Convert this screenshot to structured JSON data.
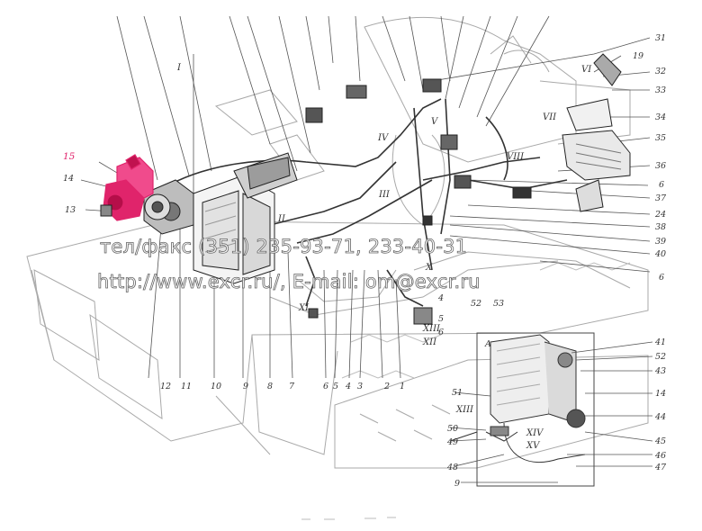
{
  "watermark": {
    "line1": "тел/факс (351) 235-93-71, 233-40-31",
    "line2": "http://www.excr.ru/, E-mail: om@excr.ru"
  },
  "colors": {
    "highlight": "#e0246b",
    "line": "#444444",
    "faint": "#9a9a9a"
  },
  "highlighted_part": "15",
  "inset_label": "A",
  "labels": {
    "n31": "31",
    "n19": "19",
    "n32": "32",
    "n33": "33",
    "n34": "34",
    "n35": "35",
    "n36": "36",
    "n6a": "6",
    "n37": "37",
    "n24": "24",
    "n38": "38",
    "n39": "39",
    "n40": "40",
    "n6b": "6",
    "n15": "15",
    "n14a": "14",
    "n13": "13",
    "n12": "12",
    "n11": "11",
    "n10": "10",
    "n9a": "9",
    "n8": "8",
    "n7": "7",
    "n6c": "6",
    "n5a": "5",
    "n4a": "4",
    "n3": "3",
    "n2": "2",
    "n1": "1",
    "n4b": "4",
    "n5b": "5",
    "n6d": "6",
    "n52a": "52",
    "n53": "53",
    "n41": "41",
    "n52b": "52",
    "n43": "43",
    "n14b": "14",
    "n44": "44",
    "n45": "45",
    "n46": "46",
    "n47": "47",
    "n51": "51",
    "n50": "50",
    "n49": "49",
    "n48": "48",
    "n9b": "9"
  },
  "roman_labels": {
    "r1": "I",
    "r2": "II",
    "r3": "III",
    "r4": "IV",
    "r5": "V",
    "r6": "VI",
    "r7": "VII",
    "r8": "VIII",
    "r10": "X",
    "r11": "XI",
    "r12": "XII",
    "r13": "XIII",
    "r13b": "XIII",
    "r14": "XIV",
    "r15": "XV"
  }
}
